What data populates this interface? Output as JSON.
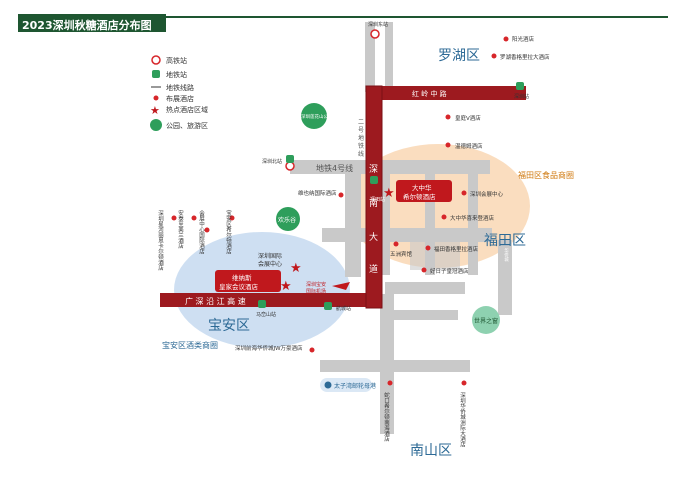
{
  "title": "2023深圳秋糖酒店分布图",
  "legend": {
    "items": [
      {
        "icon": "high-speed-rail-station-icon",
        "label": "高铁站"
      },
      {
        "icon": "metro-station-icon",
        "label": "地铁站"
      },
      {
        "icon": "metro-line-icon",
        "label": "地铁线路"
      },
      {
        "icon": "hotel-dot-icon",
        "label": "布展酒店"
      },
      {
        "icon": "hot-area-star-icon",
        "label": "热点酒店区域"
      },
      {
        "icon": "park-icon",
        "label": "公园、旅游区"
      }
    ]
  },
  "colors": {
    "accent": "#1e5631",
    "road": "#9d1a1f",
    "hotel": "#d7262a",
    "futian_area": "#f9d9b8",
    "baoan_area": "#c9dcf1",
    "park": "#2e9e5b"
  },
  "districts": {
    "luohu": "罗湖区",
    "futian": "福田区",
    "baoan": "宝安区",
    "nanshan": "南山区"
  },
  "area_notes": {
    "futian": "福田区食品商圈",
    "baoan": "宝安区酒类商圈"
  },
  "roads": {
    "hongling": "红 岭 中 路",
    "guangshen": "广 深 沿 江 高 速",
    "shennan": "深 南 大 道",
    "metro4": "地铁4号线",
    "metro2": "二号地铁线"
  },
  "stations": {
    "shenzhen_east": "深圳东站",
    "shenzhen_north": "深圳北站",
    "futian_station": "福田站",
    "shenzhen_station": "深圳站",
    "maqueling": "马峦山站",
    "airport_station": "航城站"
  },
  "hot_areas": {
    "dazhonghua": "大中华\n希尔顿酒店",
    "weinasi": "维纳斯\n皇家会议酒店",
    "convention": "深圳国际\n会展中心",
    "airport": "深圳宝安\n国际机场"
  },
  "parks": {
    "lianhua": "深圳莲花山公园",
    "huanle": "欢乐谷",
    "window": "世界之窗",
    "taizi": "太子湾邮轮母港"
  },
  "hotels": [
    "阳光酒店",
    "罗湖香格里拉大酒店",
    "皇庭V酒店",
    "温德姆酒店",
    "维也纳国际酒店",
    "深圳会展中心",
    "大中华喜来登酒店",
    "五洲宾馆",
    "福田香格里拉酒店",
    "好日子皇冠酒店",
    "深圳福田香格里拉大酒店",
    "深圳会展中心皇冠假日酒店",
    "安泰至美兰酒店",
    "深圳星河丽思卡尔顿酒店",
    "会展中心国际酒店",
    "宝安区希尔顿酒店",
    "深圳前海华侨城JW万豪酒店",
    "蛇口希尔顿南海酒店",
    "深圳华侨城洲际大酒店",
    "深圳东海朗廷酒店"
  ]
}
